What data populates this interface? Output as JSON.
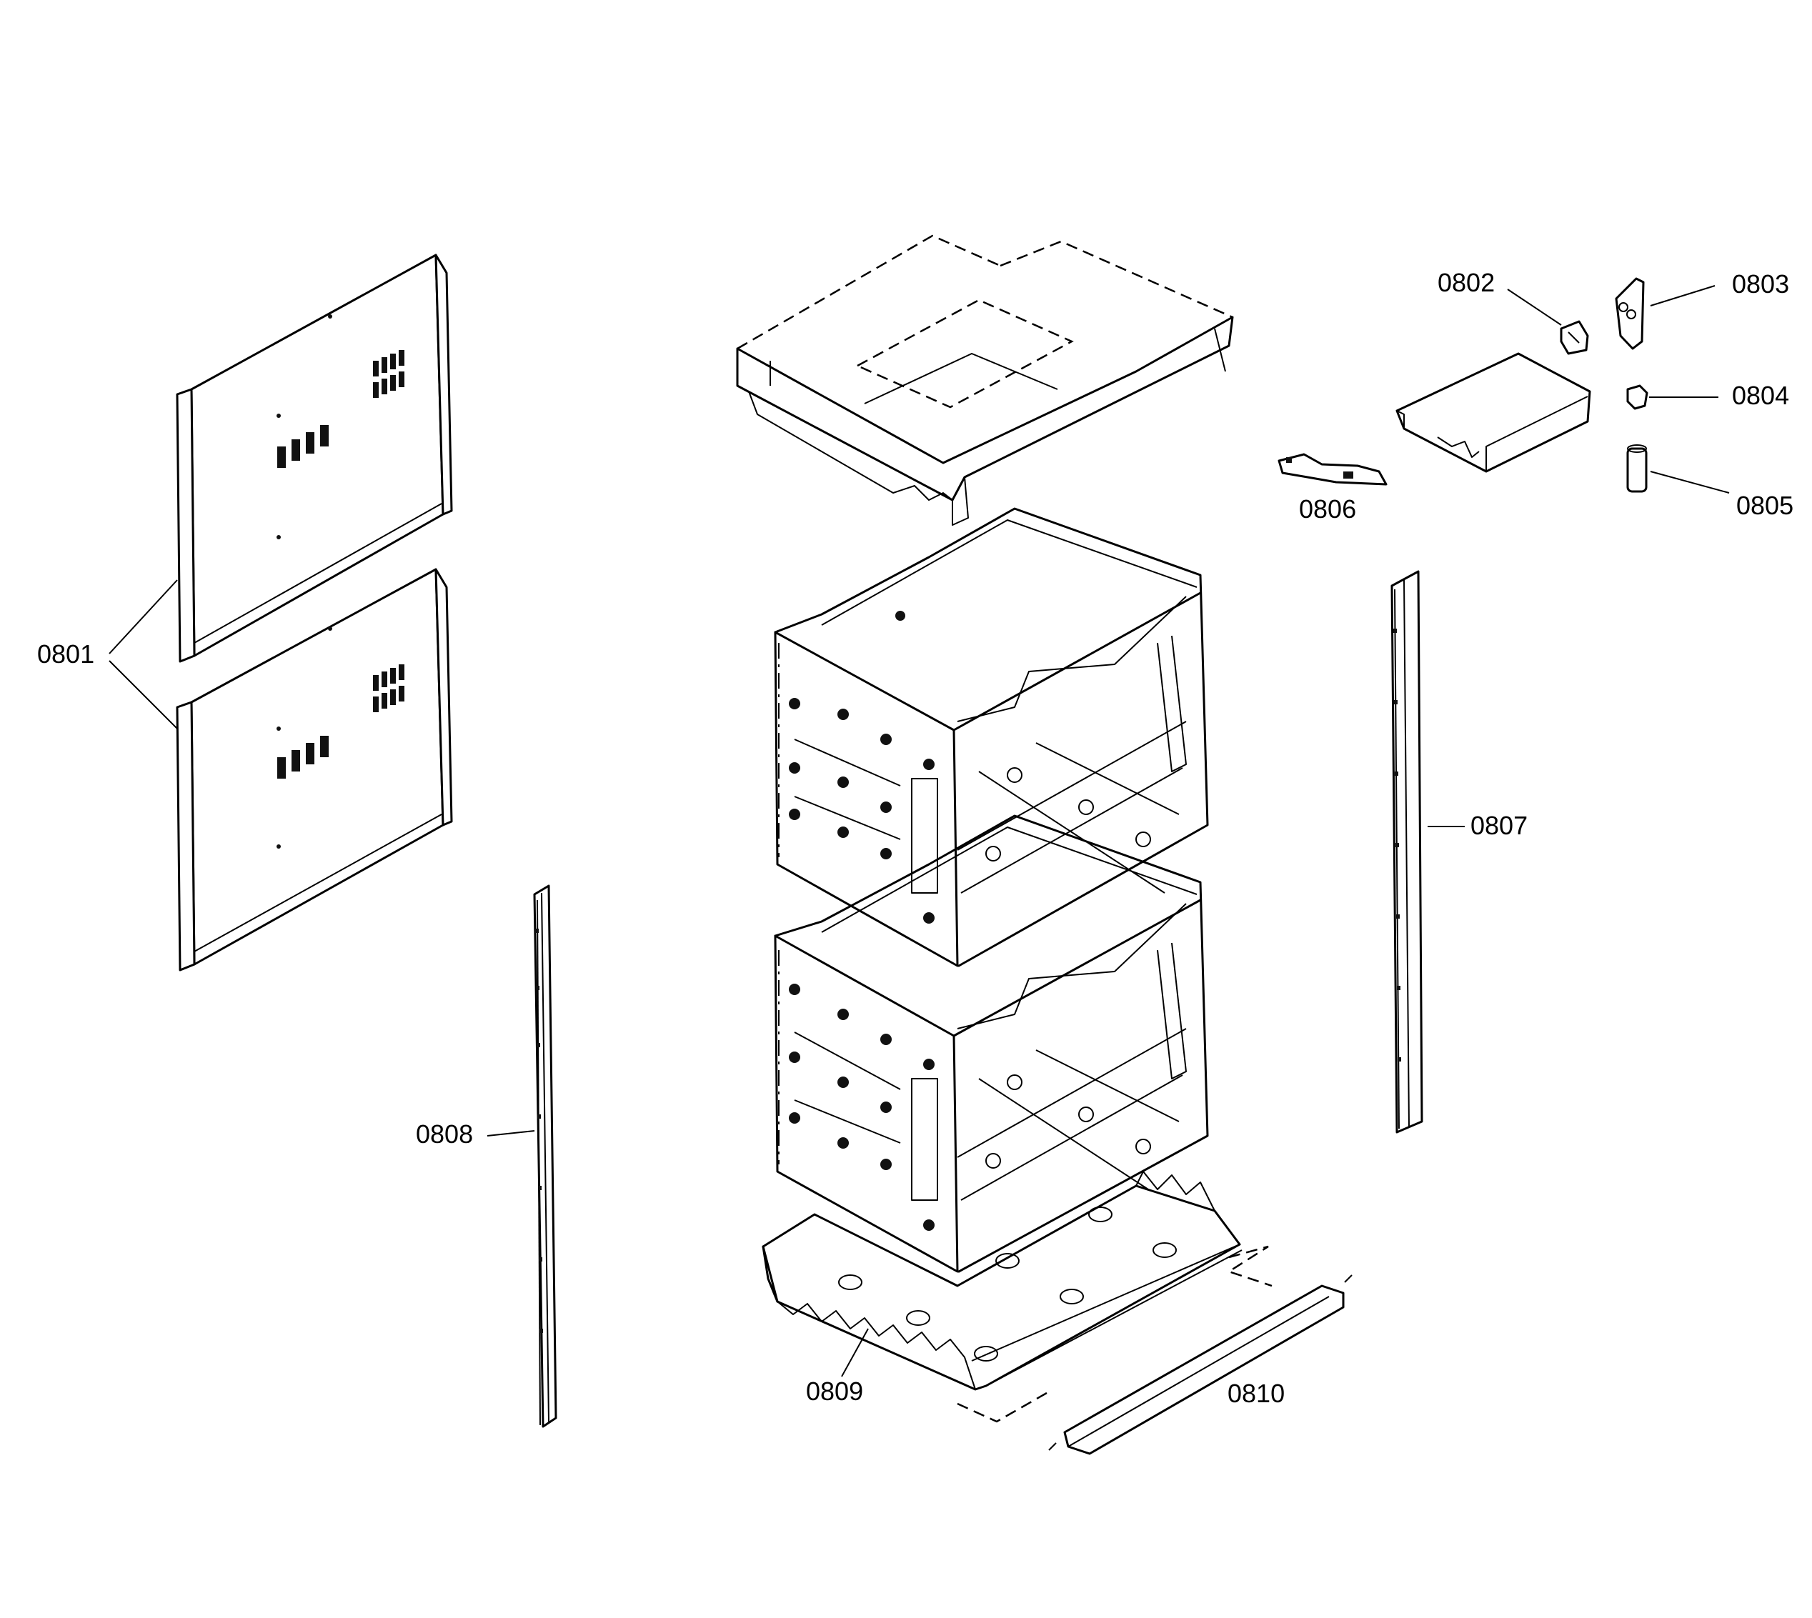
{
  "diagram": {
    "parts": [
      {
        "id": "side-panels",
        "label": "0801"
      },
      {
        "id": "hinge-left",
        "label": "0802"
      },
      {
        "id": "hinge-right",
        "label": "0803"
      },
      {
        "id": "nut",
        "label": "0804"
      },
      {
        "id": "pin",
        "label": "0805"
      },
      {
        "id": "latch",
        "label": "0806"
      },
      {
        "id": "right-rail",
        "label": "0807"
      },
      {
        "id": "left-rail",
        "label": "0808"
      },
      {
        "id": "base-tray",
        "label": "0809"
      },
      {
        "id": "front-trim",
        "label": "0810"
      }
    ]
  }
}
